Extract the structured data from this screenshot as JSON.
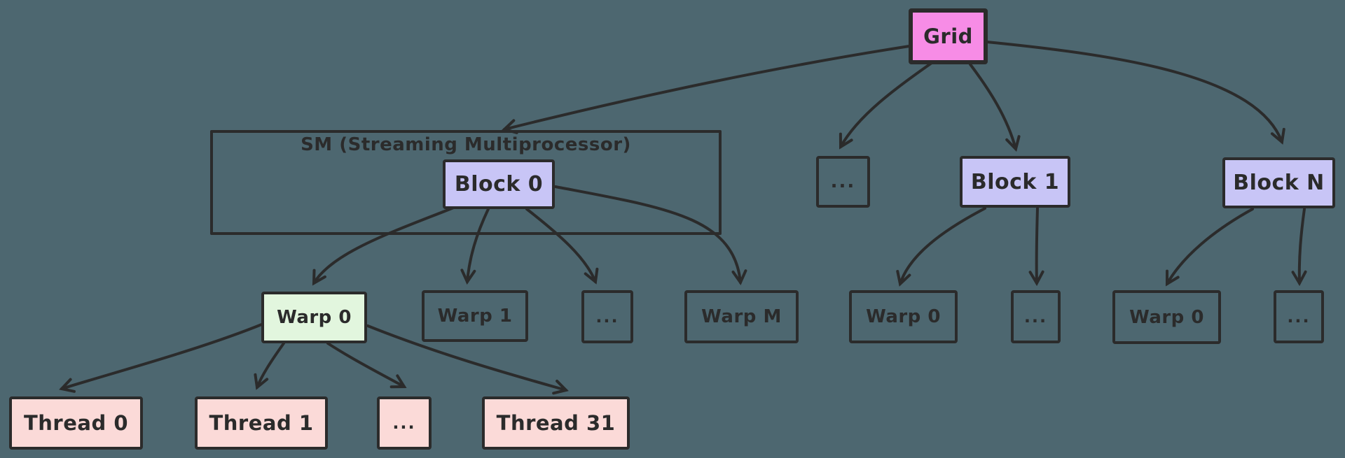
{
  "diagram": {
    "background_color": "#4d6770",
    "stroke_color": "#2b2b2b",
    "palette": {
      "grid_fill": "#f78ce6",
      "block_fill": "#c8c5f6",
      "warp_highlight_fill": "#e2f6de",
      "thread_fill": "#fbdad8"
    },
    "nodes": {
      "grid": {
        "label": "Grid"
      },
      "sm": {
        "label": "SM (Streaming Multiprocessor)"
      },
      "block0": {
        "label": "Block 0"
      },
      "blocks_ellipsis": {
        "label": "..."
      },
      "block1": {
        "label": "Block 1"
      },
      "blockn": {
        "label": "Block N"
      },
      "warp0": {
        "label": "Warp 0"
      },
      "warp1": {
        "label": "Warp 1"
      },
      "warps_ellipsis": {
        "label": "..."
      },
      "warpm": {
        "label": "Warp M"
      },
      "block1_warp0": {
        "label": "Warp 0"
      },
      "block1_warps_ellipsis": {
        "label": "..."
      },
      "blockn_warp0": {
        "label": "Warp 0"
      },
      "blockn_warps_ellipsis": {
        "label": "..."
      },
      "thread0": {
        "label": "Thread 0"
      },
      "thread1": {
        "label": "Thread 1"
      },
      "threads_ellipsis": {
        "label": "..."
      },
      "thread31": {
        "label": "Thread 31"
      }
    }
  }
}
